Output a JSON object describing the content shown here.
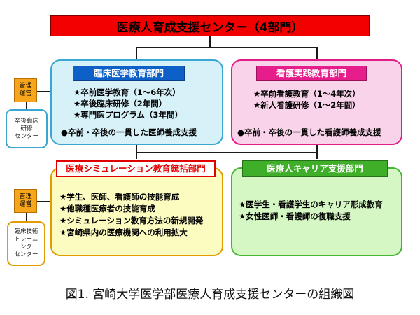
{
  "top": {
    "title": "医療人育成支援センター（4部門）"
  },
  "departments": [
    {
      "title": "臨床医学教育部門",
      "items": [
        "★卒前医学教育（1～6年次）",
        "★卒後臨床研修（2年間）",
        "★専門医プログラム（3年間）"
      ],
      "summary": "●卒前・卒後の一貫した医師養成支援"
    },
    {
      "title": "看護実践教育部門",
      "items": [
        "★卒前看護教育（1～4年次）",
        "★新人看護研修（1～2年間）"
      ],
      "summary": "●卒前・卒後の一貫した看護師養成支援"
    },
    {
      "title": "医療シミュレーション教育統括部門",
      "items": [
        "★学生、医師、看護師の技能育成",
        "★他職種医療者の技能育成",
        "★シミュレーション教育方法の新規開発",
        "★宮崎県内の医療機関への利用拡大"
      ]
    },
    {
      "title": "医療人キャリア支援部門",
      "items": [
        "★医学生・看護学生のキャリア形成教育",
        "★女性医師・看護師の復職支援"
      ]
    }
  ],
  "side": {
    "mgmt1": "管理\n運営",
    "center1": "卒後臨床\n研修\nセンター",
    "mgmt2": "管理\n運営",
    "center2": "臨床技術\nトレーニ\nング\nセンター"
  },
  "caption": "図1. 宮崎大学医学部医療人育成支援センターの組織図"
}
